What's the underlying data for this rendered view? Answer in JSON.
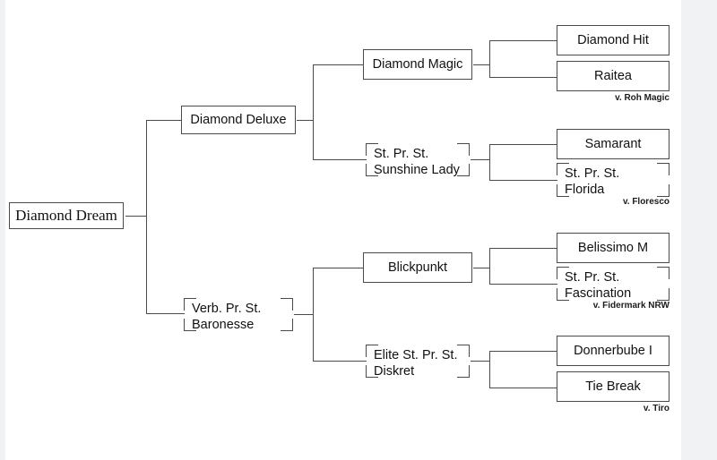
{
  "diagram": {
    "type": "pedigree-bracket",
    "subject": "Diamond Dream",
    "line_color": "#4a4a4a",
    "canvas_color": "#ffffff",
    "page_color": "#f1f2f4"
  },
  "generation1": {
    "root": "Diamond Dream"
  },
  "generation2": {
    "sire": "Diamond Deluxe",
    "dam_line1": "Verb. Pr. St.",
    "dam_line2": "Baronesse"
  },
  "generation3": {
    "n1": "Diamond Magic",
    "n2_line1": "St. Pr. St.",
    "n2_line2": "Sunshine Lady",
    "n3": "Blickpunkt",
    "n4_line1": "Elite St. Pr. St.",
    "n4_line2": "Diskret"
  },
  "generation4": {
    "pair1": {
      "top": "Diamond Hit",
      "bottom": "Raitea",
      "caption": "v. Roh Magic"
    },
    "pair2": {
      "top": "Samarant",
      "bottom_line1": "St. Pr. St.",
      "bottom_line2": "Florida",
      "caption": "v. Floresco"
    },
    "pair3": {
      "top": "Belissimo M",
      "bottom_line1": "St. Pr. St.",
      "bottom_line2": "Fascination",
      "caption": "v. Fidermark NRW"
    },
    "pair4": {
      "top": "Donnerbube I",
      "bottom": "Tie Break",
      "caption": "v. Tiro"
    }
  }
}
